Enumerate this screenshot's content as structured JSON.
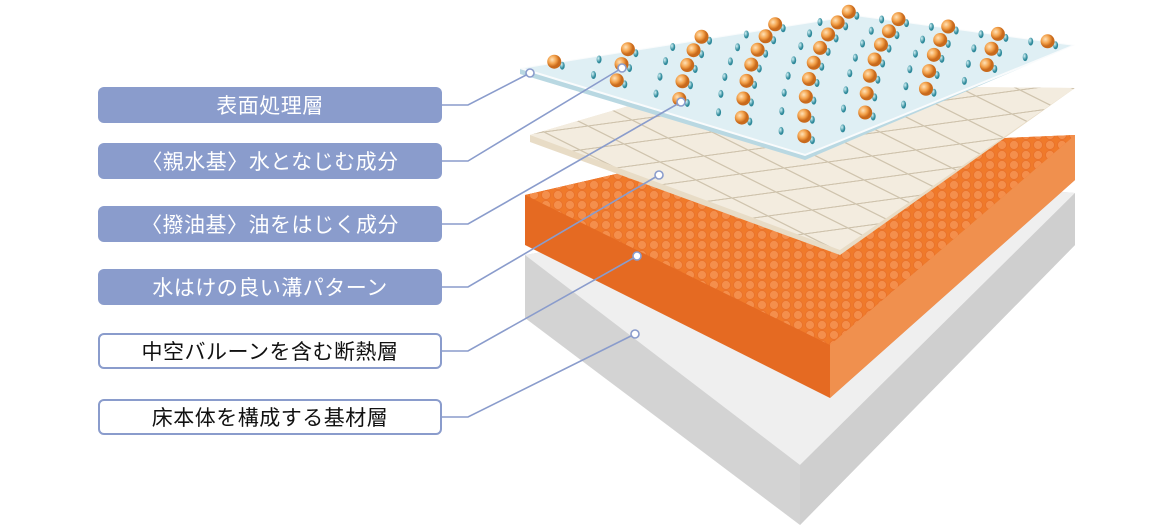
{
  "labels": [
    {
      "text": "表面処理層",
      "style": "filled"
    },
    {
      "text": "〈親水基〉水となじむ成分",
      "style": "filled"
    },
    {
      "text": "〈撥油基〉油をはじく成分",
      "style": "filled"
    },
    {
      "text": "水はけの良い溝パターン",
      "style": "filled"
    },
    {
      "text": "中空バルーンを含む断熱層",
      "style": "outline"
    },
    {
      "text": "床本体を構成する基材層",
      "style": "outline"
    }
  ],
  "colors": {
    "label_fill": "#8a9ccc",
    "orange": "#f07a2a",
    "base": "#e6e6e6",
    "cream": "#efe7d8",
    "glass": "#dceef5",
    "hydrophilic_dot": "#f4a04a",
    "oil_repellent_dot": "#4fa3b3"
  }
}
